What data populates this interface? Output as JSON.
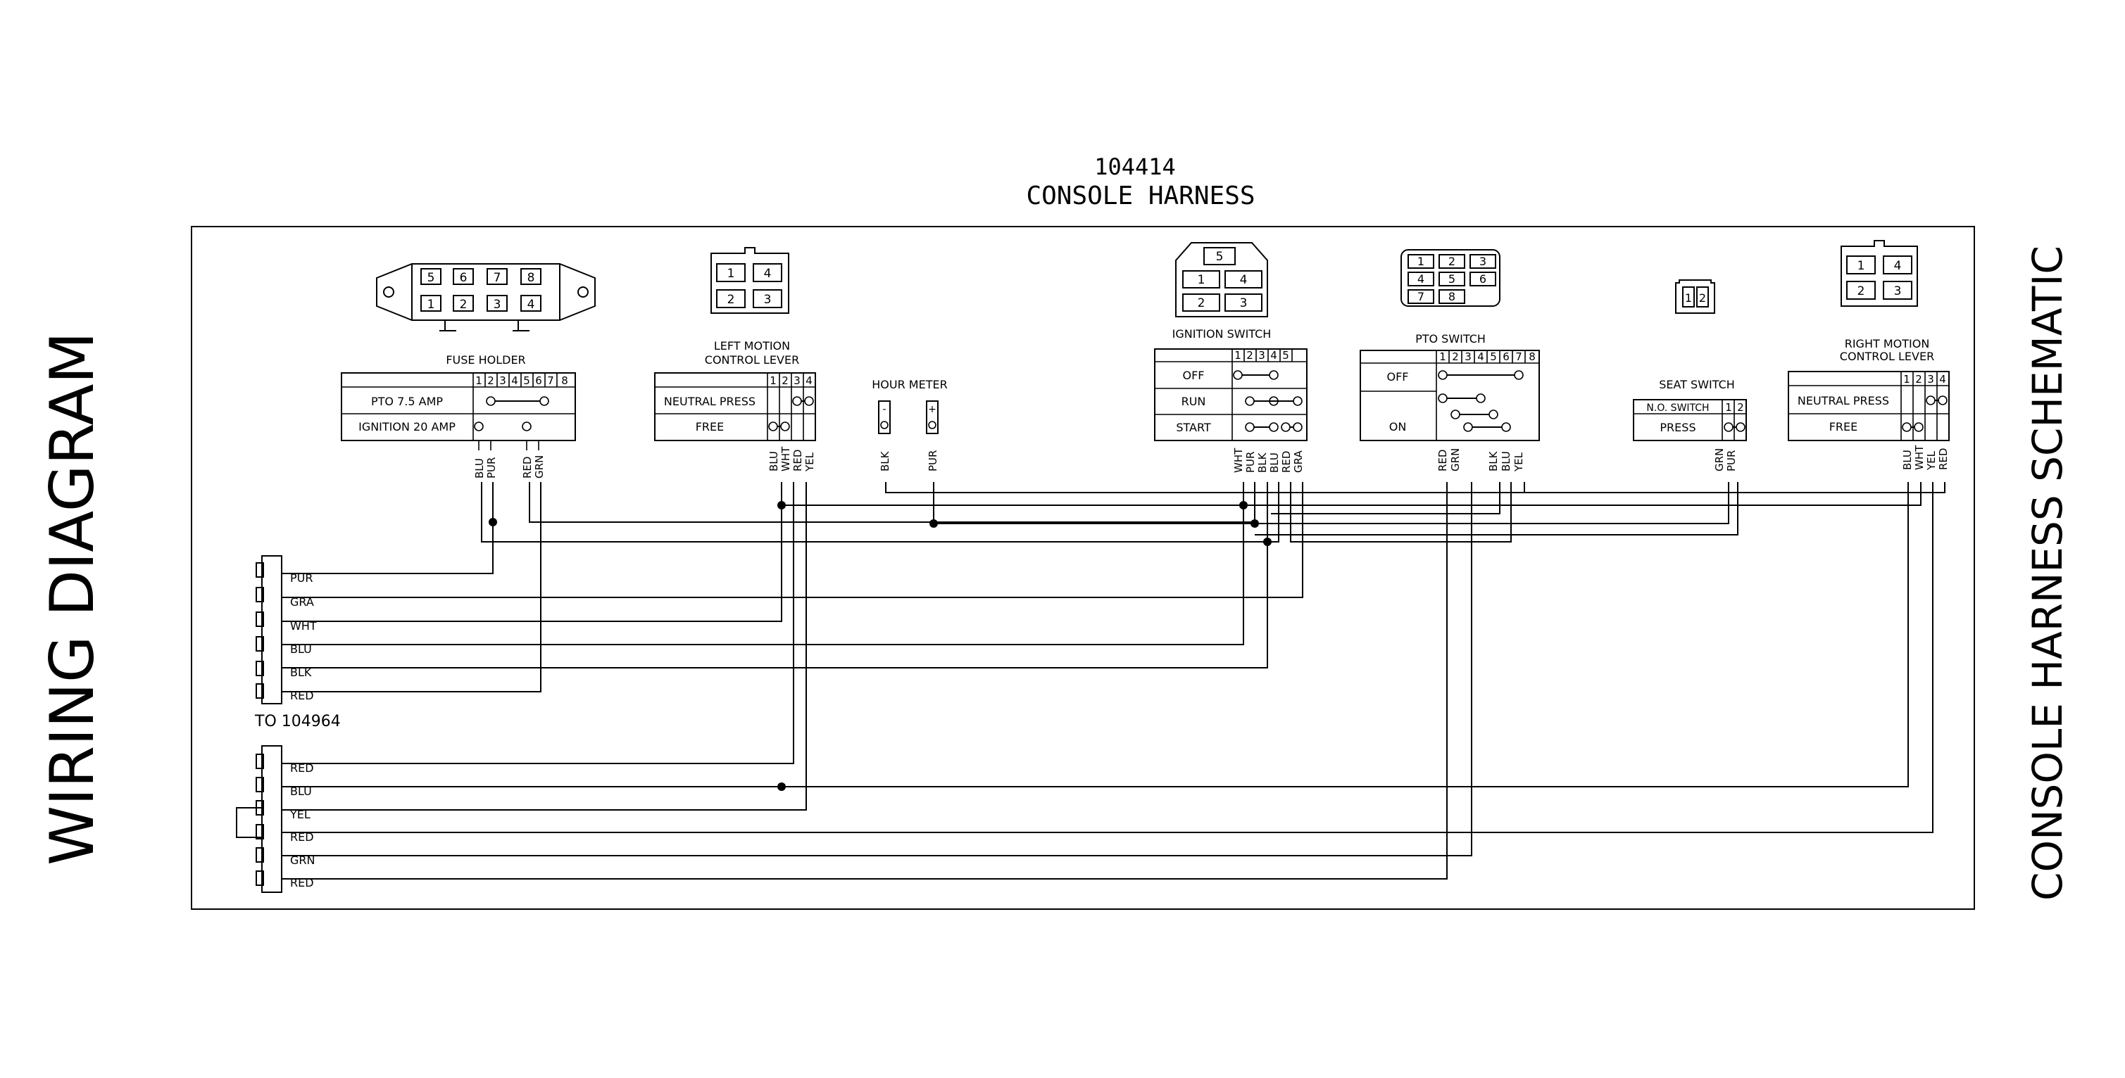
{
  "page": {
    "side_title": "WIRING DIAGRAM",
    "schematic_title": "CONSOLE HARNESS SCHEMATIC",
    "part_number": "104414",
    "harness_name": "CONSOLE HARNESS",
    "connector_note": "TO 104964"
  },
  "connectors": {
    "fuse_plug": [
      "5",
      "6",
      "7",
      "8",
      "1",
      "2",
      "3",
      "4"
    ],
    "left_lever_plug": [
      "1",
      "4",
      "2",
      "3"
    ],
    "ignition_plug": [
      "5",
      "1",
      "4",
      "2",
      "3"
    ],
    "pto_plug": [
      "1",
      "2",
      "3",
      "4",
      "5",
      "6",
      "7",
      "8"
    ],
    "seat_plug": [
      "1",
      "2"
    ],
    "right_lever_plug": [
      "1",
      "4",
      "2",
      "3"
    ]
  },
  "components": {
    "fuse_holder": {
      "title": "FUSE HOLDER",
      "pins": [
        "1",
        "2",
        "3",
        "4",
        "5",
        "6",
        "7",
        "8"
      ],
      "rows": [
        "PTO 7.5 AMP",
        "IGNITION 20 AMP"
      ],
      "wires": [
        "BLU",
        "PUR",
        "RED",
        "GRN"
      ]
    },
    "left_lever": {
      "title_1": "LEFT MOTION",
      "title_2": "CONTROL LEVER",
      "pins": [
        "1",
        "2",
        "3",
        "4"
      ],
      "rows": [
        "NEUTRAL PRESS",
        "FREE"
      ],
      "wires": [
        "BLU",
        "WHT",
        "RED",
        "YEL"
      ]
    },
    "hour_meter": {
      "title": "HOUR METER",
      "terminals": [
        "-",
        "+"
      ],
      "wires": [
        "BLK",
        "PUR"
      ]
    },
    "ignition_switch": {
      "title": "IGNITION SWITCH",
      "pins": [
        "1",
        "2",
        "3",
        "4",
        "5"
      ],
      "rows": [
        "OFF",
        "RUN",
        "START"
      ],
      "wires": [
        "WHT",
        "PUR",
        "BLK",
        "BLU",
        "RED",
        "GRA"
      ]
    },
    "pto_switch": {
      "title": "PTO SWITCH",
      "pins": [
        "1",
        "2",
        "3",
        "4",
        "5",
        "6",
        "7",
        "8"
      ],
      "rows": [
        "OFF",
        "ON"
      ],
      "wires": [
        "RED",
        "GRN",
        "BLK",
        "BLU",
        "YEL"
      ]
    },
    "seat_switch": {
      "title": "SEAT SWITCH",
      "header": "N.O. SWITCH",
      "pins": [
        "1",
        "2"
      ],
      "rows": [
        "PRESS"
      ],
      "wires": [
        "GRN",
        "PUR"
      ]
    },
    "right_lever": {
      "title_1": "RIGHT MOTION",
      "title_2": "CONTROL LEVER",
      "pins": [
        "1",
        "2",
        "3",
        "4"
      ],
      "rows": [
        "NEUTRAL PRESS",
        "FREE"
      ],
      "wires": [
        "BLU",
        "WHT",
        "YEL",
        "RED"
      ]
    }
  },
  "harness_upper": [
    "PUR",
    "GRA",
    "WHT",
    "BLU",
    "BLK",
    "RED"
  ],
  "harness_lower": [
    "RED",
    "BLU",
    "YEL",
    "RED",
    "GRN",
    "RED"
  ]
}
